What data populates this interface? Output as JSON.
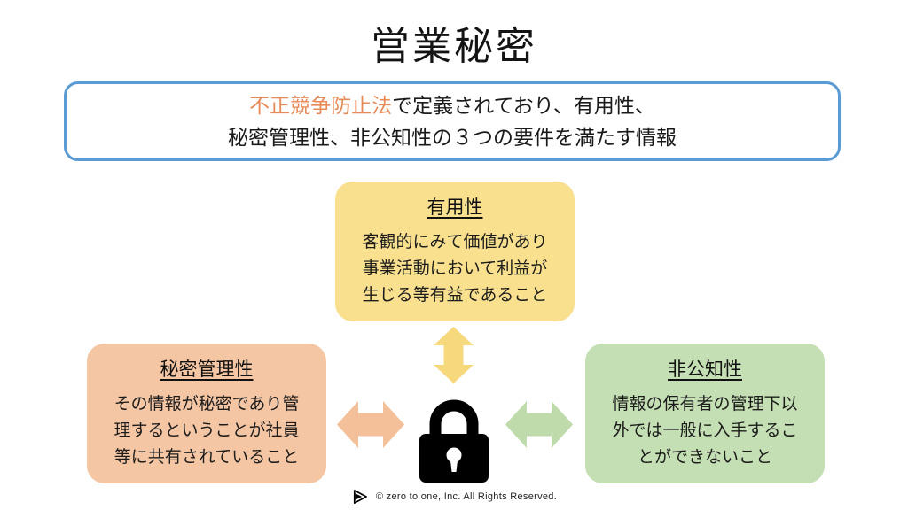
{
  "title": "営業秘密",
  "definition": {
    "law_term": "不正競争防止法",
    "line1_rest": "で定義されており、有用性、",
    "line2": "秘密管理性、非公知性の３つの要件を満たす情報"
  },
  "cards": [
    {
      "title": "有用性",
      "body_lines": [
        "客観的にみて価値があり",
        "事業活動において利益が",
        "生じる等有益であること"
      ]
    },
    {
      "title": "秘密管理性",
      "body_lines": [
        "その情報が秘密であり管",
        "理するということが社員",
        "等に共有されていること"
      ]
    },
    {
      "title": "非公知性",
      "body_lines": [
        "情報の保有者の管理下以",
        "外では一般に入手するこ",
        "とができないこと"
      ]
    }
  ],
  "footer": {
    "copyright": "©  zero to one, Inc. All Rights Reserved."
  },
  "icons": {
    "padlock": "padlock-icon",
    "vertical_arrow": "vertical-double-arrow-icon",
    "left_arrow": "left-double-arrow-icon",
    "right_arrow": "right-double-arrow-icon",
    "logo": "play-triangle-logo-icon"
  },
  "colors": {
    "definition_border": "#5B9BD5",
    "law_term_text": "#E78A57",
    "card_usefulness_bg": "#F9E08F",
    "card_secrecy_bg": "#F5C6A4",
    "card_nonpublic_bg": "#C4DFB3",
    "arrow_usefulness": "#F6D87D",
    "arrow_secrecy": "#F4C09A",
    "arrow_nonpublic": "#BFDBAC",
    "padlock": "#000000",
    "keyhole": "#ffffff"
  }
}
